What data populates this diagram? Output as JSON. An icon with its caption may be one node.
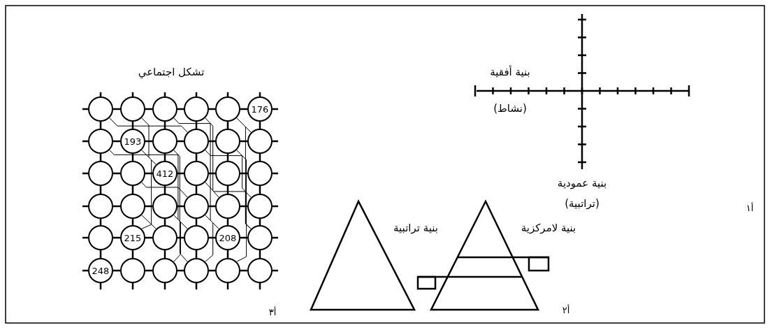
{
  "diagram": {
    "nodes": [
      {
        "text": [],
        "shape": "circle"
      },
      {
        "text": [],
        "shape": "circle"
      },
      {
        "text": [],
        "shape": "circle"
      },
      {
        "text": [],
        "shape": "circle"
      },
      {
        "text": [],
        "shape": "circle"
      },
      {
        "text": [
          "176"
        ]
      },
      {
        "text": [],
        "shape": "circle"
      },
      {
        "text": [
          "193"
        ]
      },
      {
        "text": [],
        "shape": "circle"
      },
      {
        "text": [],
        "shape": "circle"
      },
      {
        "text": [],
        "shape": "circle"
      },
      {
        "text": [],
        "shape": "circle"
      },
      {
        "text": [],
        "shape": "circle"
      },
      {
        "text": [],
        "shape": "circle"
      },
      {
        "text": [
          "412"
        ]
      },
      {
        "text": [],
        "shape": "circle"
      },
      {
        "text": [],
        "shape": "circle"
      },
      {
        "text": [],
        "shape": "circle"
      },
      {
        "text": [],
        "shape": "circle"
      },
      {
        "text": [],
        "shape": "circle"
      },
      {
        "text": [],
        "shape": "circle"
      },
      {
        "text": [],
        "shape": "circle"
      },
      {
        "text": [],
        "shape": "circle"
      },
      {
        "text": [],
        "shape": "circle"
      },
      {
        "text": [],
        "shape": "circle"
      },
      {
        "text": [
          "215"
        ]
      },
      {
        "text": [],
        "shape": "circle"
      },
      {
        "text": [],
        "shape": "circle"
      },
      {
        "text": [
          "208"
        ]
      },
      {
        "text": [],
        "shape": "circle"
      },
      {
        "text": [
          "248"
        ]
      },
      {
        "text": [],
        "shape": "circle"
      },
      {
        "text": [],
        "shape": "circle"
      },
      {
        "text": [],
        "shape": "circle"
      },
      {
        "text": [],
        "shape": "circle"
      },
      {
        "text": [],
        "shape": "circle"
      }
    ],
    "edges": [
      {
        "from": 0,
        "to": 1,
        "arrow": "none"
      },
      {
        "from": 1,
        "to": 2,
        "arrow": "none"
      },
      {
        "from": 2,
        "to": 3,
        "arrow": "none"
      },
      {
        "from": 3,
        "to": 4,
        "arrow": "none"
      },
      {
        "from": 4,
        "to": 5,
        "arrow": "none"
      },
      {
        "from": 6,
        "to": 7,
        "arrow": "none"
      },
      {
        "from": 7,
        "to": 8,
        "arrow": "none"
      },
      {
        "from": 8,
        "to": 9,
        "arrow": "none"
      },
      {
        "from": 9,
        "to": 10,
        "arrow": "none"
      },
      {
        "from": 10,
        "to": 11,
        "arrow": "none"
      },
      {
        "from": 12,
        "to": 13,
        "arrow": "none"
      },
      {
        "from": 13,
        "to": 14,
        "arrow": "none"
      },
      {
        "from": 14,
        "to": 15,
        "arrow": "none"
      },
      {
        "from": 15,
        "to": 16,
        "arrow": "none"
      },
      {
        "from": 16,
        "to": 17,
        "arrow": "none"
      },
      {
        "from": 18,
        "to": 19,
        "arrow": "none"
      },
      {
        "from": 19,
        "to": 20,
        "arrow": "none"
      },
      {
        "from": 20,
        "to": 21,
        "arrow": "none"
      },
      {
        "from": 21,
        "to": 22,
        "arrow": "none"
      },
      {
        "from": 22,
        "to": 23,
        "arrow": "none"
      },
      {
        "from": 24,
        "to": 25,
        "arrow": "none"
      },
      {
        "from": 25,
        "to": 26,
        "arrow": "none"
      },
      {
        "from": 26,
        "to": 27,
        "arrow": "none"
      },
      {
        "from": 27,
        "to": 28,
        "arrow": "none"
      },
      {
        "from": 28,
        "to": 29,
        "arrow": "none"
      },
      {
        "from": 30,
        "to": 31,
        "arrow": "none"
      },
      {
        "from": 31,
        "to": 32,
        "arrow": "none"
      },
      {
        "from": 32,
        "to": 33,
        "arrow": "none"
      },
      {
        "from": 33,
        "to": 34,
        "arrow": "none"
      },
      {
        "from": 34,
        "to": 35,
        "arrow": "none"
      },
      {
        "from": 0,
        "to": 6,
        "arrow": "none"
      },
      {
        "from": 1,
        "to": 7,
        "arrow": "none"
      },
      {
        "from": 2,
        "to": 8,
        "arrow": "none"
      },
      {
        "from": 3,
        "to": 9,
        "arrow": "none"
      },
      {
        "from": 4,
        "to": 10,
        "arrow": "none"
      },
      {
        "from": 5,
        "to": 11,
        "arrow": "none"
      },
      {
        "from": 6,
        "to": 12,
        "arrow": "none"
      },
      {
        "from": 7,
        "to": 13,
        "arrow": "none"
      },
      {
        "from": 8,
        "to": 14,
        "arrow": "none"
      },
      {
        "from": 9,
        "to": 15,
        "arrow": "none"
      },
      {
        "from": 10,
        "to": 16,
        "arrow": "none"
      },
      {
        "from": 11,
        "to": 17,
        "arrow": "none"
      },
      {
        "from": 12,
        "to": 18,
        "arrow": "none"
      },
      {
        "from": 13,
        "to": 19,
        "arrow": "none"
      },
      {
        "from": 14,
        "to": 20,
        "arrow": "none"
      },
      {
        "from": 15,
        "to": 21,
        "arrow": "none"
      },
      {
        "from": 16,
        "to": 22,
        "arrow": "none"
      },
      {
        "from": 17,
        "to": 23,
        "arrow": "none"
      },
      {
        "from": 18,
        "to": 24,
        "arrow": "none"
      },
      {
        "from": 19,
        "to": 25,
        "arrow": "none"
      },
      {
        "from": 20,
        "to": 26,
        "arrow": "none"
      },
      {
        "from": 21,
        "to": 27,
        "arrow": "none"
      },
      {
        "from": 22,
        "to": 28,
        "arrow": "none"
      },
      {
        "from": 23,
        "to": 29,
        "arrow": "none"
      },
      {
        "from": 24,
        "to": 30,
        "arrow": "none"
      },
      {
        "from": 25,
        "to": 31,
        "arrow": "none"
      },
      {
        "from": 26,
        "to": 32,
        "arrow": "none"
      },
      {
        "from": 27,
        "to": 33,
        "arrow": "none"
      },
      {
        "from": 28,
        "to": 34,
        "arrow": "none"
      },
      {
        "from": 29,
        "to": 35,
        "arrow": "none"
      },
      {
        "from": 0,
        "to": 9,
        "arrow": "none"
      },
      {
        "from": 4,
        "to": 11,
        "arrow": "none"
      },
      {
        "from": 7,
        "to": 25,
        "arrow": "none"
      },
      {
        "from": 6,
        "to": 21,
        "arrow": "none"
      },
      {
        "from": 2,
        "to": 28,
        "arrow": "none"
      },
      {
        "from": 8,
        "to": 33,
        "arrow": "none"
      },
      {
        "from": 1,
        "to": 14,
        "arrow": "none"
      },
      {
        "from": 3,
        "to": 22,
        "arrow": "none"
      },
      {
        "from": 4,
        "to": 29,
        "arrow": "none"
      },
      {
        "from": 10,
        "to": 34,
        "arrow": "none"
      },
      {
        "from": 13,
        "to": 27,
        "arrow": "none"
      },
      {
        "from": 9,
        "to": 23,
        "arrow": "none"
      },
      {
        "from": 19,
        "to": 26,
        "arrow": "none"
      },
      {
        "from": 20,
        "to": 32,
        "arrow": "none"
      },
      {
        "from": 21,
        "to": 33,
        "arrow": "none"
      },
      {
        "from": 15,
        "to": 29,
        "arrow": "none"
      }
    ],
    "labels": [
      "تشكل اجتماعي",
      "بنية أفقية (نشاط)",
      "بنية عمودية (تراتبية)",
      "أ١",
      "بنية تراتبية",
      "بنية لامركزية",
      "أ٣",
      "أ٢"
    ]
  }
}
